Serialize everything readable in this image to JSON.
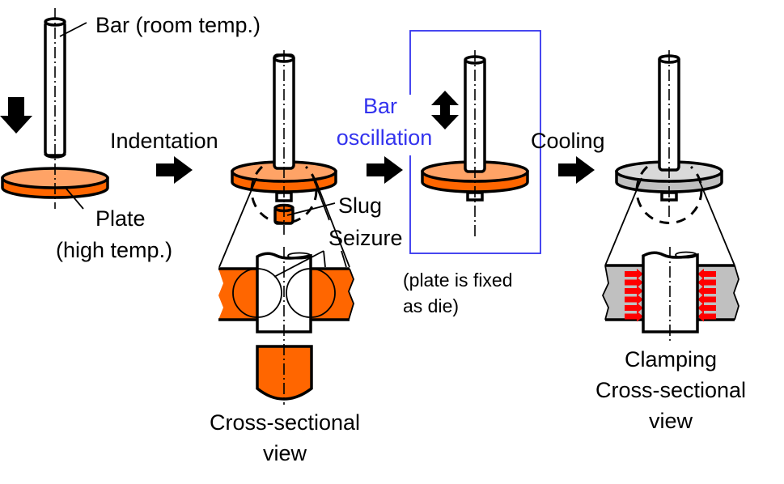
{
  "colors": {
    "plate_hot_top": "#FFA366",
    "plate_hot_side": "#FF6600",
    "plate_cool_top": "#D9D9D9",
    "plate_cool_side": "#C0C0C0",
    "highlight_box": "#3333EE",
    "clamp_arrows": "#FF0000",
    "bar_fill": "#FFFFFF"
  },
  "labels": {
    "bar": "Bar (room temp.)",
    "plate_line1": "Plate",
    "plate_line2": "(high temp.)",
    "step1": "Indentation",
    "slug": "Slug",
    "seizure": "Seizure",
    "section1_line1": "Cross-sectional",
    "section1_line2": "view",
    "step2_line1": "Bar",
    "step2_line2": "oscillation",
    "note_line1": "(plate is fixed",
    "note_line2": "as die)",
    "step3": "Cooling",
    "section2_line1": "Clamping",
    "section2_line2": "Cross-sectional",
    "section2_line3": "view"
  },
  "icons": {
    "down_arrow": "down-arrow-icon",
    "process_arrow": "right-arrow-icon",
    "oscillation_arrow": "double-vertical-arrow-icon",
    "clamp_arrows": "clamp-arrow-icon"
  }
}
